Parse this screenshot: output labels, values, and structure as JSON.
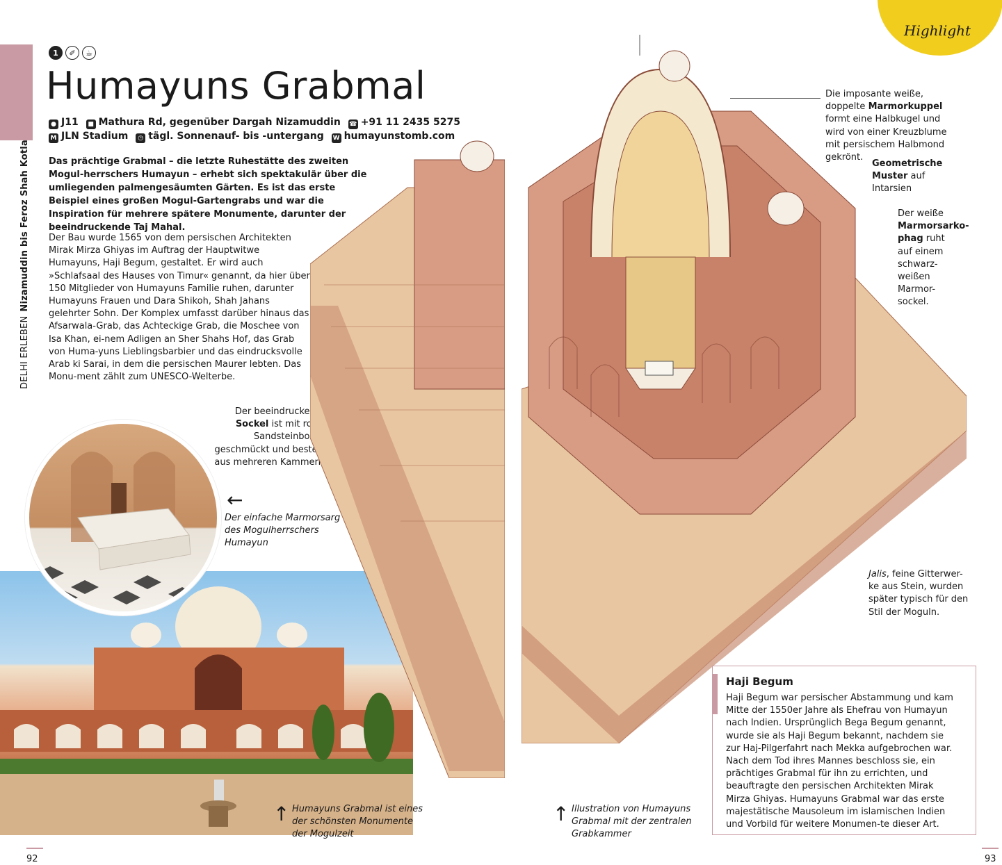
{
  "side": {
    "light": "DELHI ERLEBEN",
    "bold": "Nizamuddin bis Feroz Shah Kotla"
  },
  "highlight": "Highlight",
  "rating": "1",
  "title": "Humayuns Grabmal",
  "info": {
    "grid": "J11",
    "address": "Mathura Rd, gegenüber Dargah Nizamuddin",
    "phone": "+91 11 2435 5275",
    "metro": "JLN Stadium",
    "hours": "tägl. Sonnenauf- bis -untergang",
    "web": "humayunstomb.com"
  },
  "lead": "Das prächtige Grabmal – die letzte Ruhestätte des zweiten Mogul-herrschers Humayun – erhebt sich spektakulär über die umliegenden palmengesäumten Gärten. Es ist das erste Beispiel eines großen Mogul-Gartengrabs und war die Inspiration für mehrere spätere Monumente, darunter der beeindruckende Taj Mahal.",
  "body": "Der Bau wurde 1565 von dem persischen Architekten Mirak Mirza Ghiyas im Auftrag der Hauptwitwe Humayuns, Haji Begum, gestaltet. Er wird auch »Schlafsaal des Hauses von Timur« genannt, da hier über 150 Mitglieder von Humayuns Familie ruhen, darunter Humayuns Frauen und Dara Shikoh, Shah Jahans gelehrter Sohn. Der Komplex umfasst darüber hinaus das Afsarwala-Grab, das Achteckige Grab, die Moschee von Isa Khan, ei-nem Adligen an Sher Shahs Hof, das Grab von Huma-yuns Lieblingsbarbier und das eindrucksvolle Arab ki Sarai, in dem die persischen Maurer lebten. Das Monu-ment zählt zum UNESCO-Welterbe.",
  "captions": {
    "sockel_pre": "Der beeindruckende",
    "sockel_bold": "Sockel",
    "sockel_post": "ist mit roten Sandsteinbogen geschmückt und besteht aus mehreren Kammern.",
    "sarg": "Der einfache Marmorsarg des Mogulherrschers Humayun",
    "photo": "Humayuns Grabmal ist eines der schönsten Monumente der Mogulzeit",
    "illu": "Illustration von Humayuns Grabmal mit der zentralen Grabkammer",
    "kuppel_pre": "Die imposante weiße, doppelte",
    "kuppel_bold": "Marmorkuppel",
    "kuppel_post": "formt eine Halbkugel und wird von einer Kreuzblume mit persischem Halbmond gekrönt.",
    "muster_bold": "Geometrische Muster",
    "muster_post": "auf Intarsien",
    "sarko_pre": "Der weiße",
    "sarko_bold": "Marmorsarko-phag",
    "sarko_post": "ruht auf einem schwarz-weißen Marmor-sockel.",
    "jalis_italic": "Jalis",
    "jalis_post": ", feine Gitterwer-ke aus Stein, wurden später typisch für den Stil der Moguln."
  },
  "box": {
    "title": "Haji Begum",
    "text": "Haji Begum war persischer Abstammung und kam Mitte der 1550er Jahre als Ehefrau von Humayun nach Indien. Ursprünglich Bega Begum genannt, wurde sie als Haji Begum bekannt, nachdem sie zur Haj-Pilgerfahrt nach Mekka aufgebrochen war. Nach dem Tod ihres Mannes beschloss sie, ein prächtiges Grabmal für ihn zu errichten, und beauftragte den persischen Architekten Mirak Mirza Ghiyas. Humayuns Grabmal war das erste majestätische Mausoleum im islamischen Indien und Vorbild für weitere Monumen-te dieser Art."
  },
  "pages": {
    "left": "92",
    "right": "93"
  },
  "colors": {
    "accent": "#c99aa3",
    "highlight": "#f1cd1e"
  }
}
